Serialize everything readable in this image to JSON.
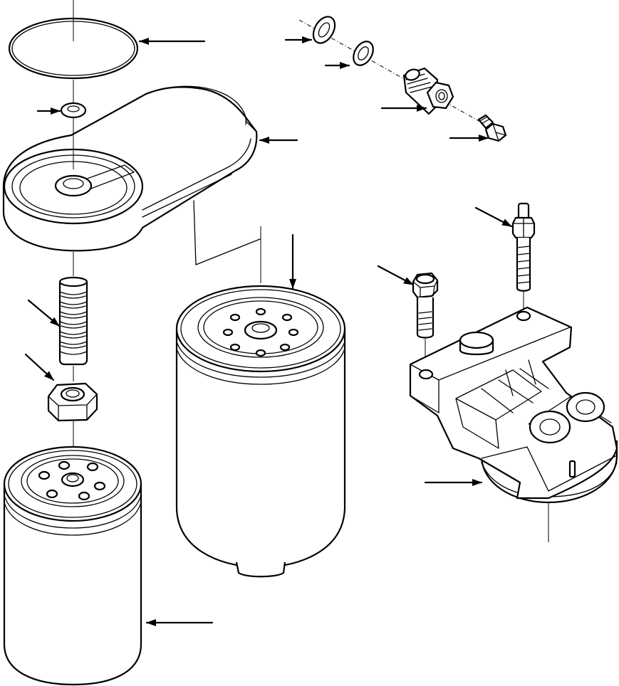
{
  "diagram": {
    "type": "exploded-parts-view",
    "labels": [],
    "colors": {
      "line": "#000000",
      "background": "#ffffff"
    },
    "parts": [
      "o-ring",
      "small-washer",
      "filter-head-cover",
      "threaded-stud",
      "hex-nut",
      "oil-filter",
      "fuel-filter",
      "sealing-washer-1",
      "sealing-washer-2",
      "banjo-fitting",
      "bleed-screw",
      "mounting-bolt",
      "stud-bolt",
      "mounting-bracket"
    ]
  }
}
